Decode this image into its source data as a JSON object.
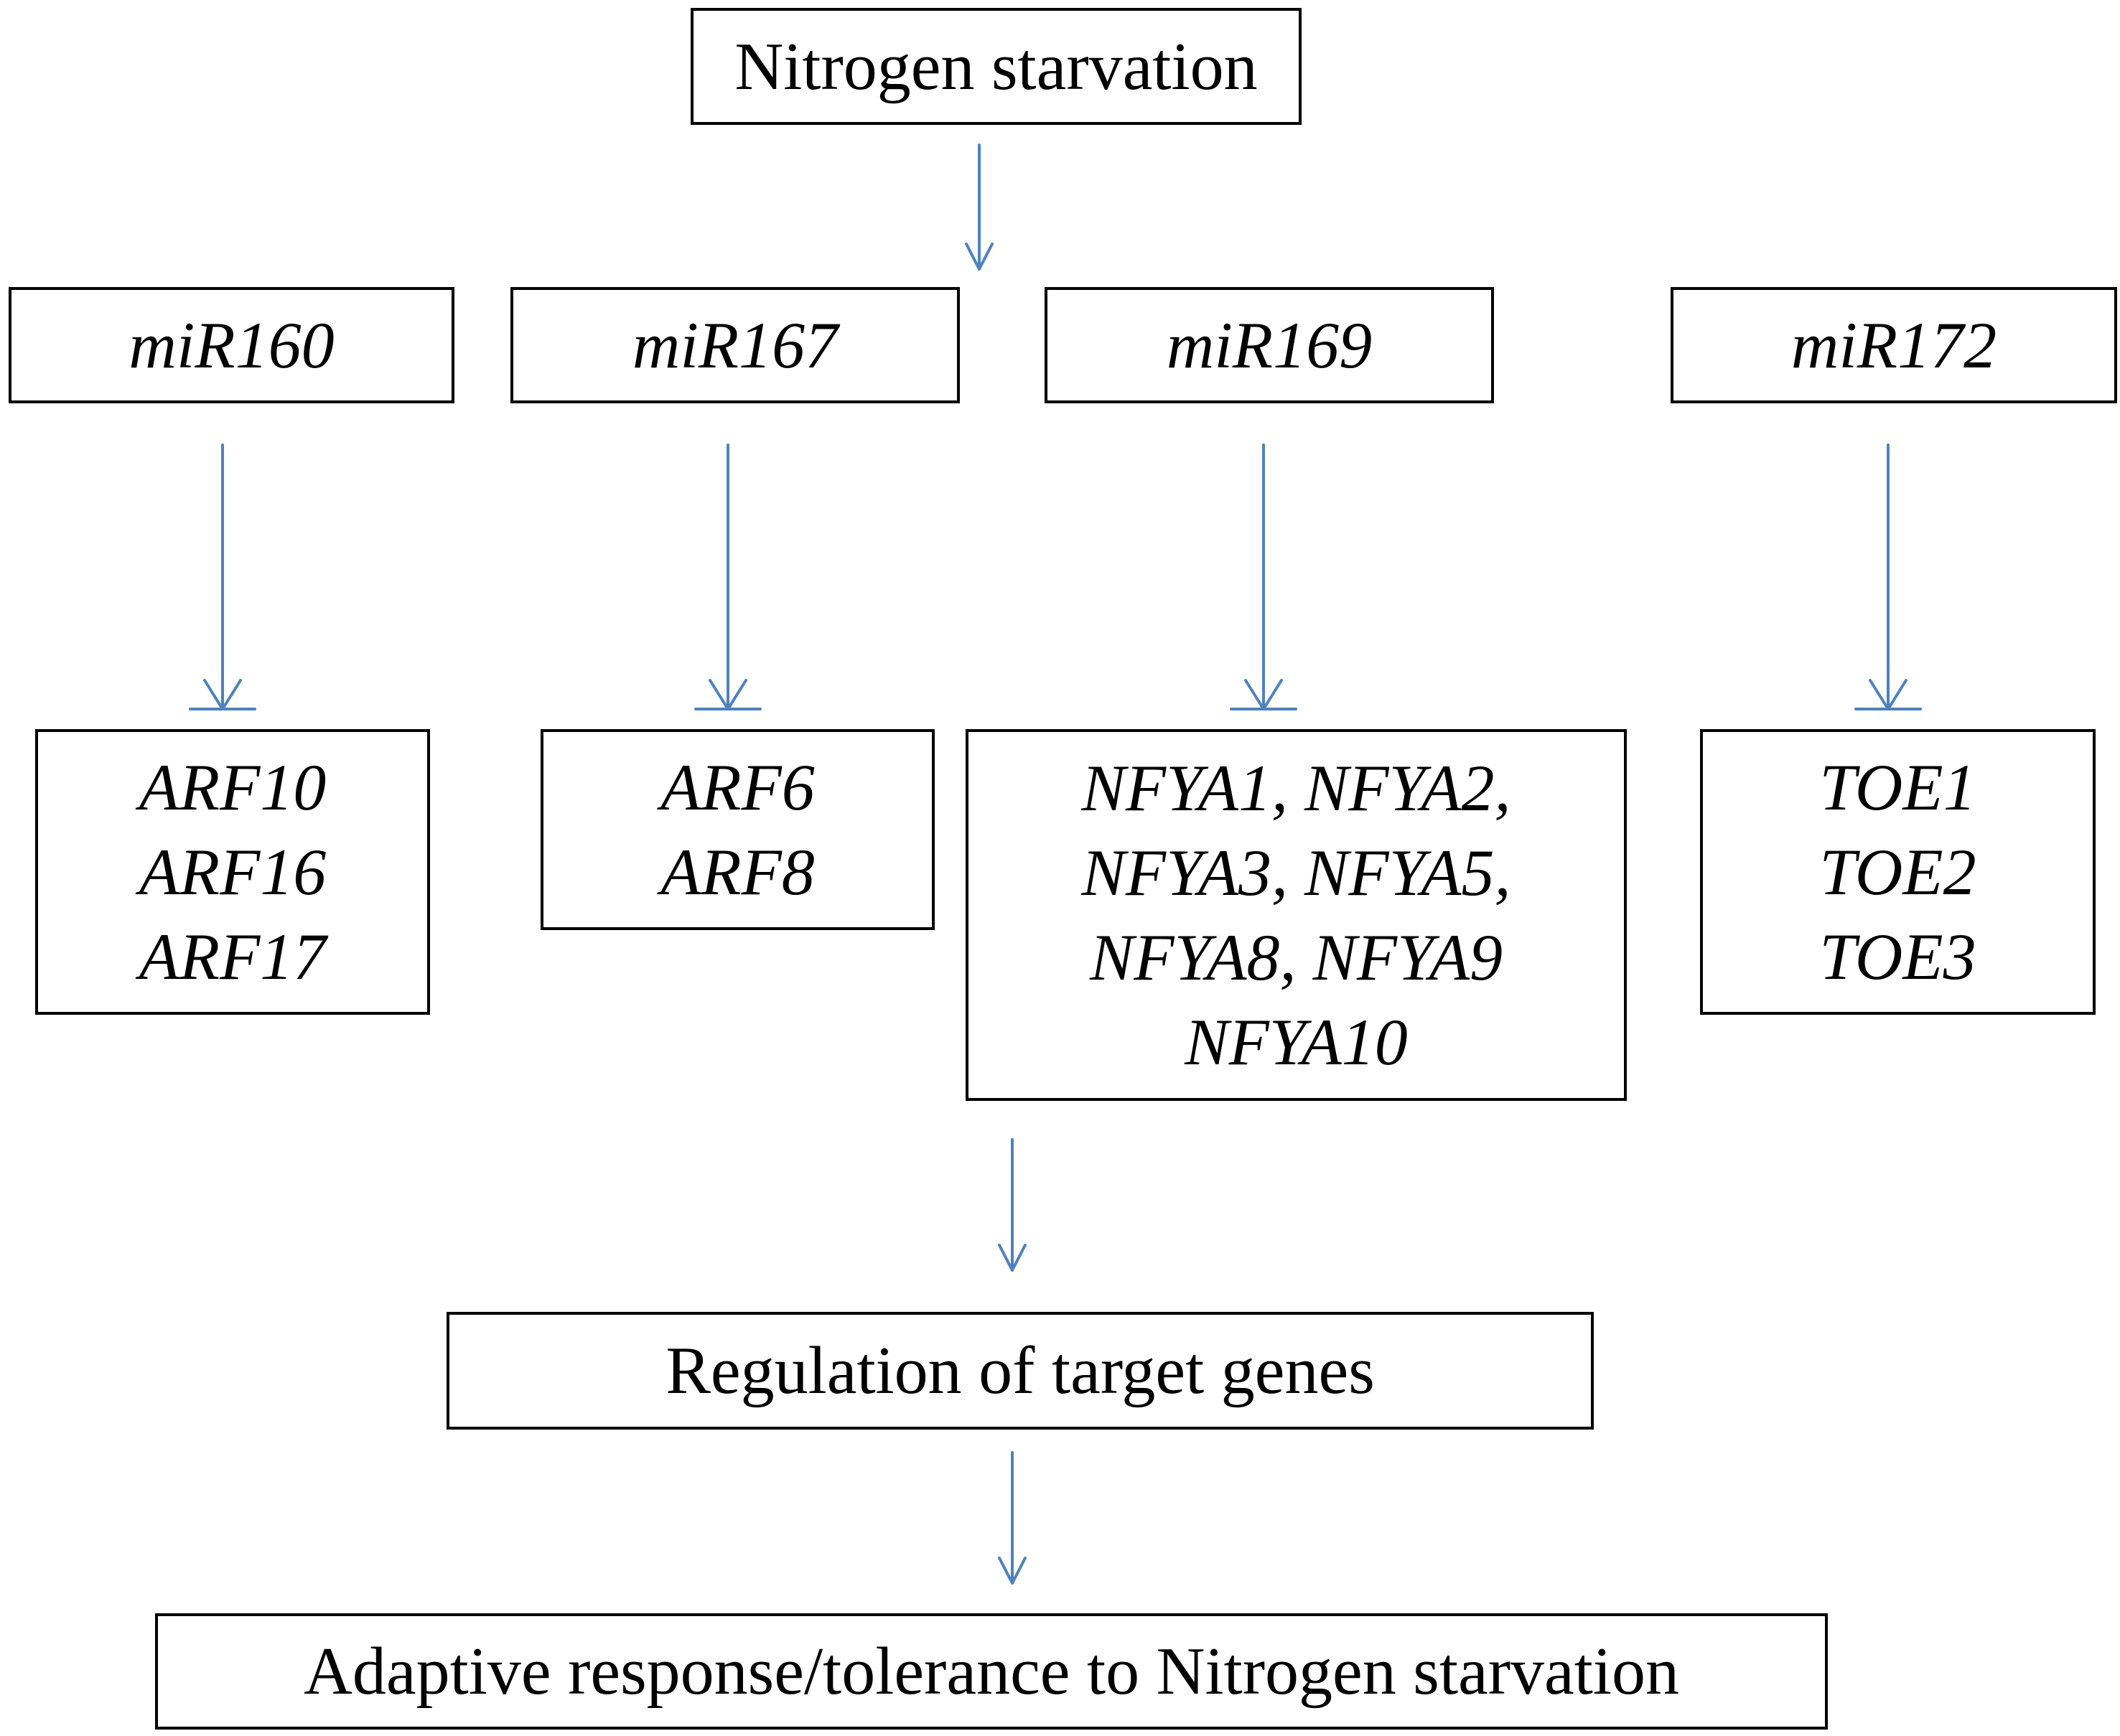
{
  "colors": {
    "arrow": "#4f81bd",
    "box_border": "#000000",
    "text": "#000000"
  },
  "nodes": {
    "root": "Nitrogen starvation",
    "mirnas": [
      {
        "label": "miR160",
        "targets": [
          "ARF10",
          "ARF16",
          "ARF17"
        ]
      },
      {
        "label": "miR167",
        "targets": [
          "ARF6",
          "ARF8"
        ]
      },
      {
        "label": "miR169",
        "targets": [
          "NFYA1, NFYA2,",
          "NFYA3, NFYA5,",
          "NFYA8, NFYA9",
          "NFYA10"
        ]
      },
      {
        "label": "miR172",
        "targets": [
          "TOE1",
          "TOE2",
          "TOE3"
        ]
      }
    ],
    "regulation": "Regulation of target genes",
    "outcome": "Adaptive response/tolerance to Nitrogen starvation"
  },
  "edges": [
    {
      "from": "Nitrogen starvation",
      "to": "miRNAs",
      "kind": "arrow"
    },
    {
      "from": "miR160",
      "to": "ARF10, ARF16, ARF17",
      "kind": "inhibition"
    },
    {
      "from": "miR167",
      "to": "ARF6, ARF8",
      "kind": "inhibition"
    },
    {
      "from": "miR169",
      "to": "NFYA genes",
      "kind": "inhibition"
    },
    {
      "from": "miR172",
      "to": "TOE1, TOE2, TOE3",
      "kind": "inhibition"
    },
    {
      "from": "target genes",
      "to": "Regulation of target genes",
      "kind": "arrow"
    },
    {
      "from": "Regulation of target genes",
      "to": "Adaptive response/tolerance to Nitrogen starvation",
      "kind": "arrow"
    }
  ]
}
